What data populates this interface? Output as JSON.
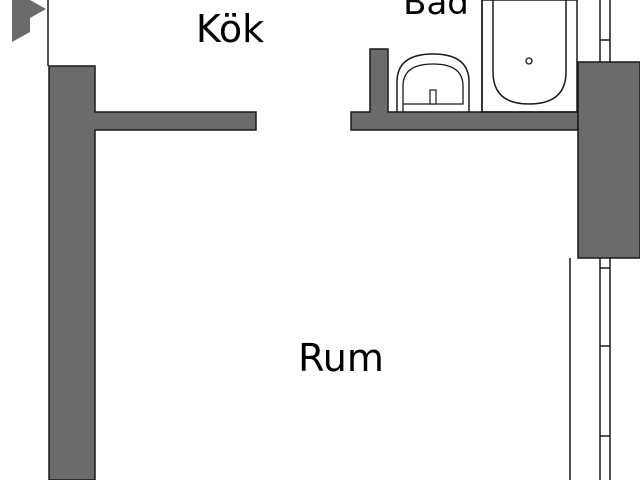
{
  "rooms": {
    "kitchen": "Kök",
    "bathroom": "Bad",
    "main_room": "Rum"
  },
  "colors": {
    "wall": "#6b6b6b",
    "outline": "#1a1a1a",
    "background": "#ffffff"
  },
  "icons": {
    "entrance": "entrance-arrow-icon",
    "sink": "sink-icon",
    "bathtub": "bathtub-icon"
  }
}
